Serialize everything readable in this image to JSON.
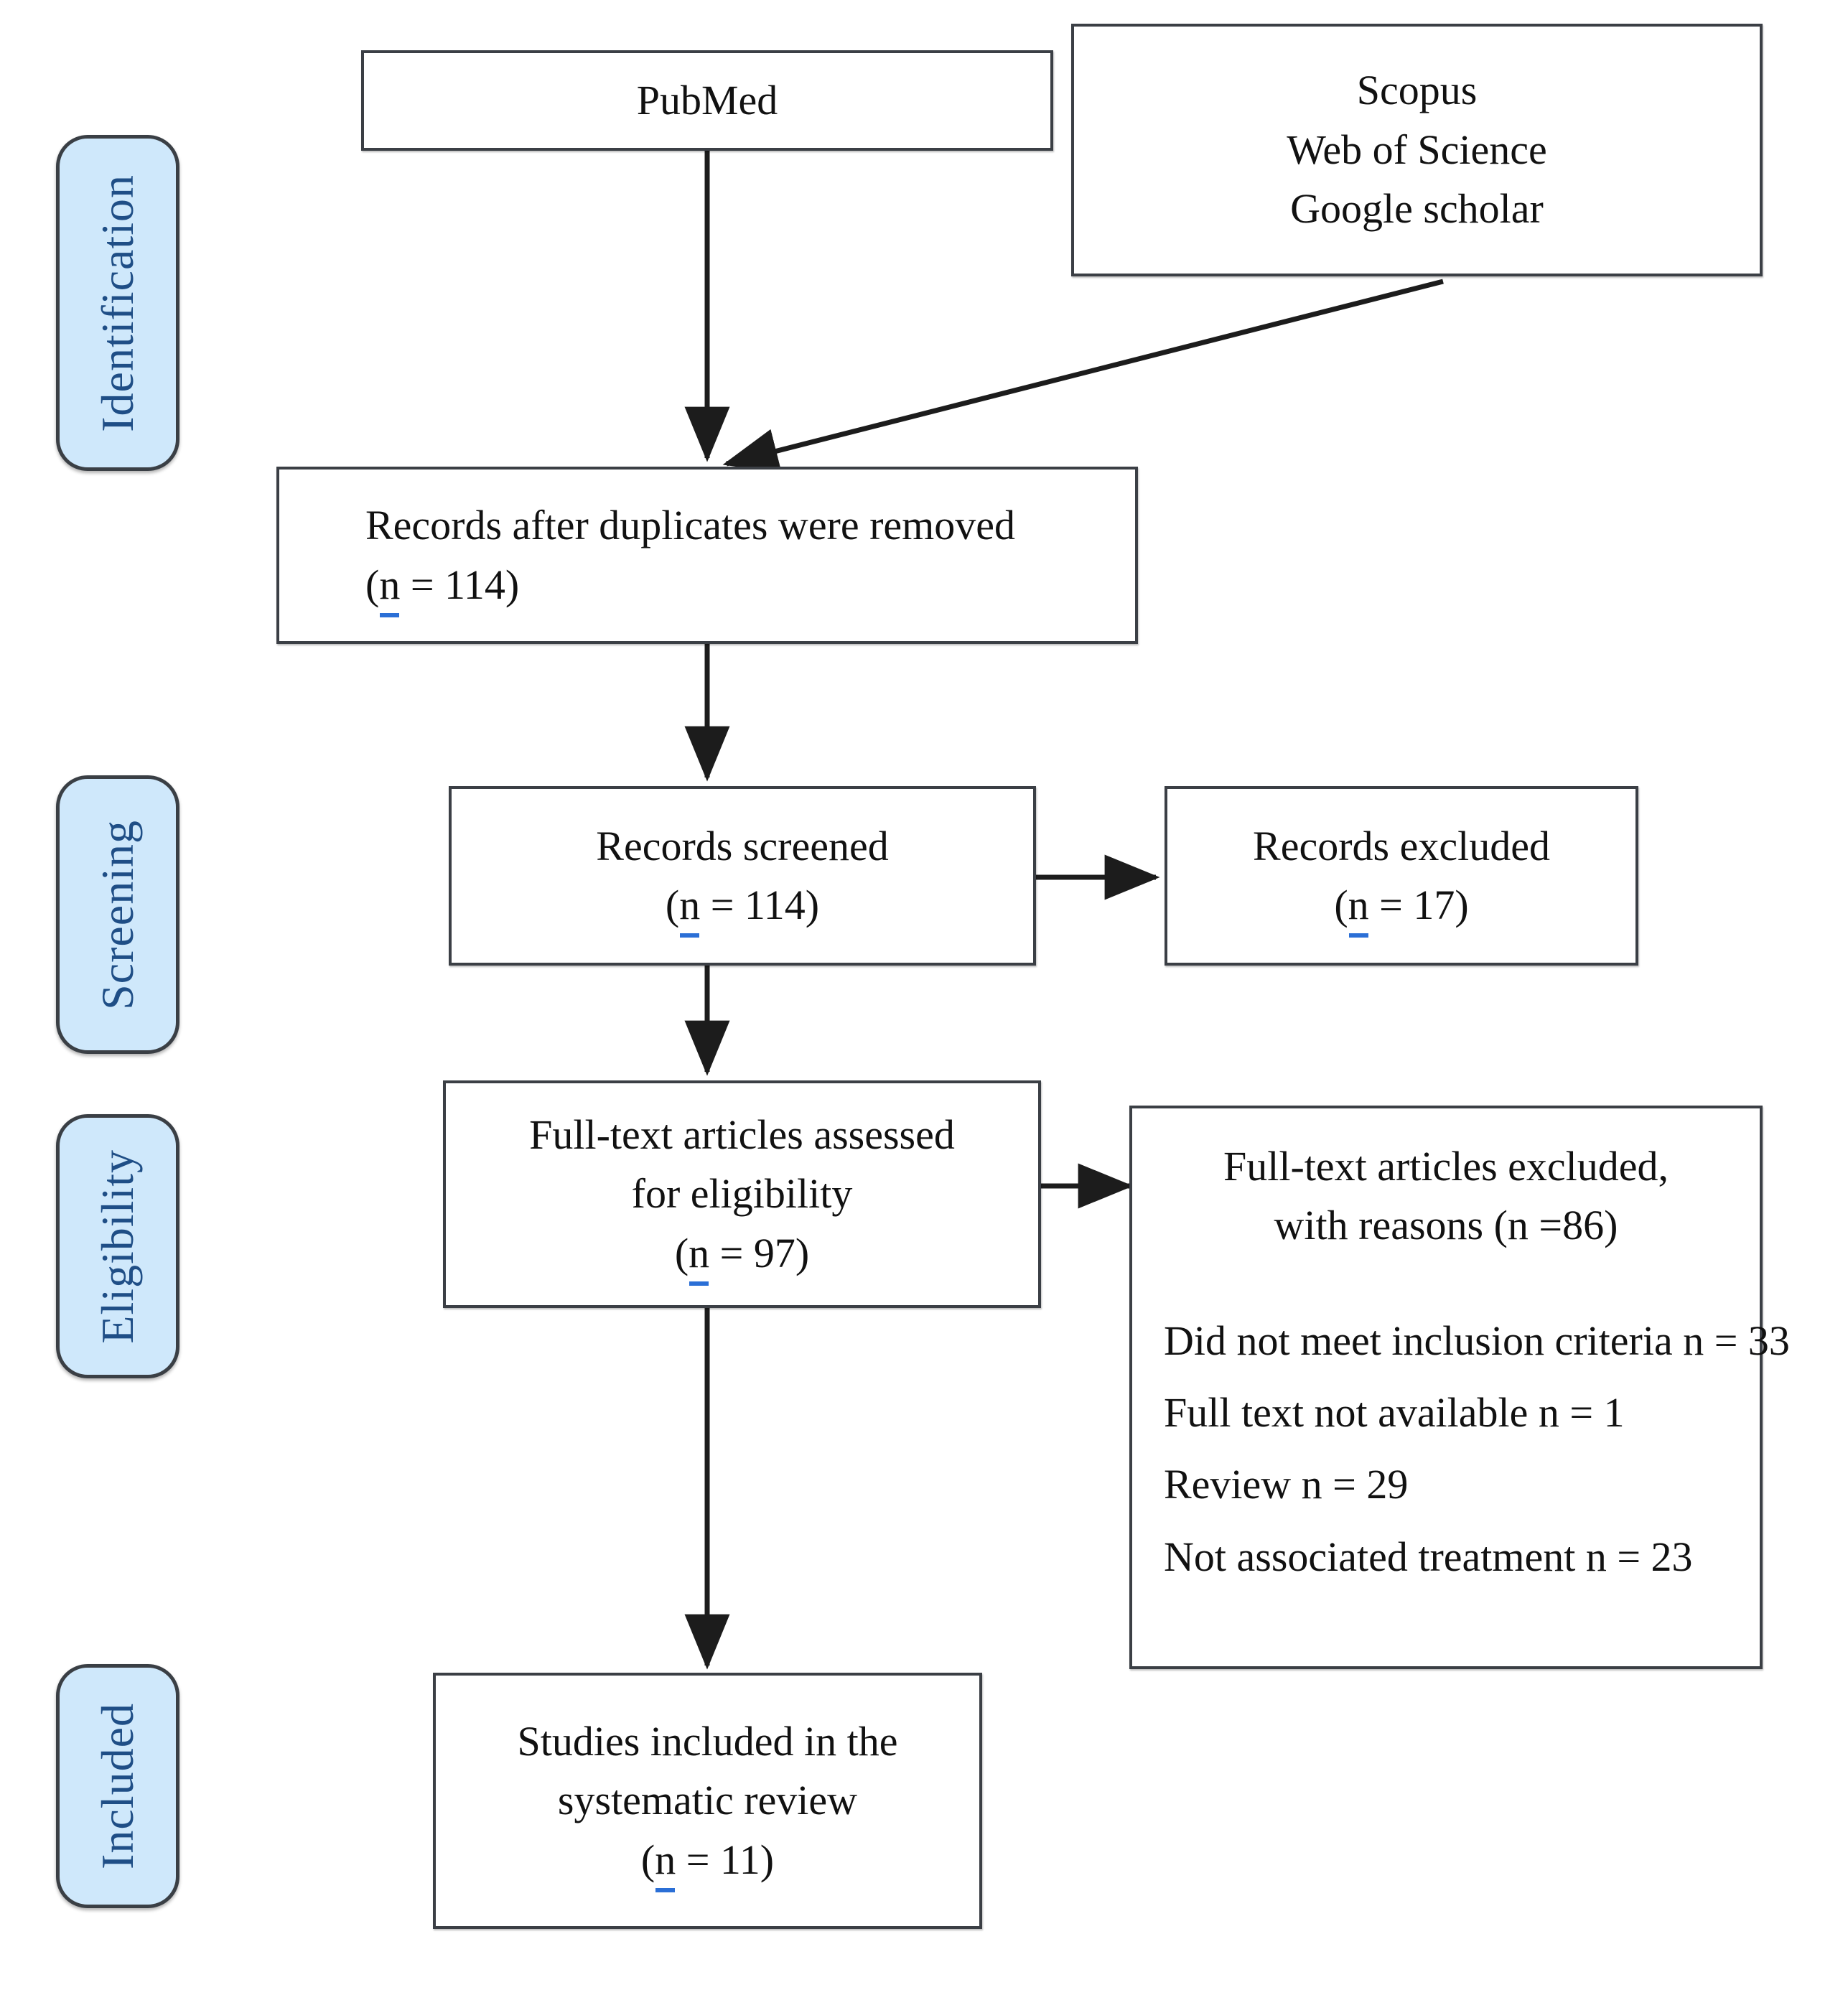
{
  "diagram": {
    "type": "prisma-flow-diagram",
    "title": "PRISMA flow diagram"
  },
  "stages": [
    {
      "id": "identification",
      "label": "Identification"
    },
    {
      "id": "screening",
      "label": "Screening"
    },
    {
      "id": "eligibility",
      "label": "Eligibility"
    },
    {
      "id": "included",
      "label": "Included"
    }
  ],
  "boxes": {
    "pubmed": {
      "lines": [
        "PubMed"
      ]
    },
    "other_databases": {
      "lines": [
        "Scopus",
        "Web of Science",
        "Google scholar"
      ]
    },
    "records_after_duplicates": {
      "line1": "Records after duplicates were removed",
      "line2_prefix": "(",
      "line2_n": "n",
      "line2_suffix": " = 114)"
    },
    "records_screened": {
      "line1": "Records screened",
      "line2_prefix": "(",
      "line2_n": "n",
      "line2_suffix": " = 114)"
    },
    "records_excluded": {
      "line1": "Records excluded",
      "line2_prefix": "(",
      "line2_n": "n",
      "line2_suffix": " = 17)"
    },
    "fulltext_assessed": {
      "line1": "Full-text articles assessed",
      "line2": "for eligibility",
      "line3_prefix": "(",
      "line3_n": "n",
      "line3_suffix": " = 97)"
    },
    "fulltext_excluded": {
      "head_line1": "Full-text articles excluded,",
      "head_line2": "with reasons (n =86)",
      "reasons": [
        "Did not meet inclusion criteria n = 33",
        "Full text not available n = 1",
        "Review n = 29",
        "Not associated treatment n = 23"
      ]
    },
    "studies_included": {
      "line1": "Studies included in the",
      "line2": "systematic review",
      "line3_prefix": "(",
      "line3_n": "n",
      "line3_suffix": " = 11)"
    }
  },
  "counts": {
    "records_after_duplicates": 114,
    "records_screened": 114,
    "records_excluded": 17,
    "fulltext_assessed": 97,
    "fulltext_excluded_total": 86,
    "did_not_meet_inclusion_criteria": 33,
    "full_text_not_available": 1,
    "review": 29,
    "not_associated_treatment": 23,
    "studies_included": 11
  },
  "colors": {
    "stage_fill": "#cfe8fb",
    "stage_text": "#1f4e86",
    "box_border": "#3b3f45",
    "box_fill": "#ffffff",
    "text": "#111111",
    "spellcheck_underline": "#2b6fd6"
  }
}
